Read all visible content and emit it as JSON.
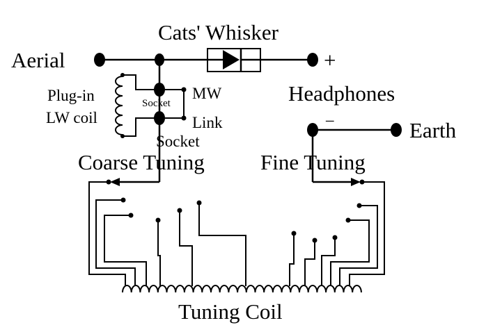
{
  "labels": {
    "cats_whisker": "Cats' Whisker",
    "aerial": "Aerial",
    "plus": "+",
    "headphones": "Headphones",
    "mw": "MW",
    "plug_in": "Plug-in",
    "lw_coil": "LW coil",
    "socket_top": "Socket",
    "link": "Link",
    "minus": "–",
    "earth": "Earth",
    "socket_bottom": "Socket",
    "coarse_tuning": "Coarse Tuning",
    "fine_tuning": "Fine Tuning",
    "tuning_coil": "Tuning Coil"
  },
  "colors": {
    "ink": "#000000",
    "background": "#ffffff"
  }
}
